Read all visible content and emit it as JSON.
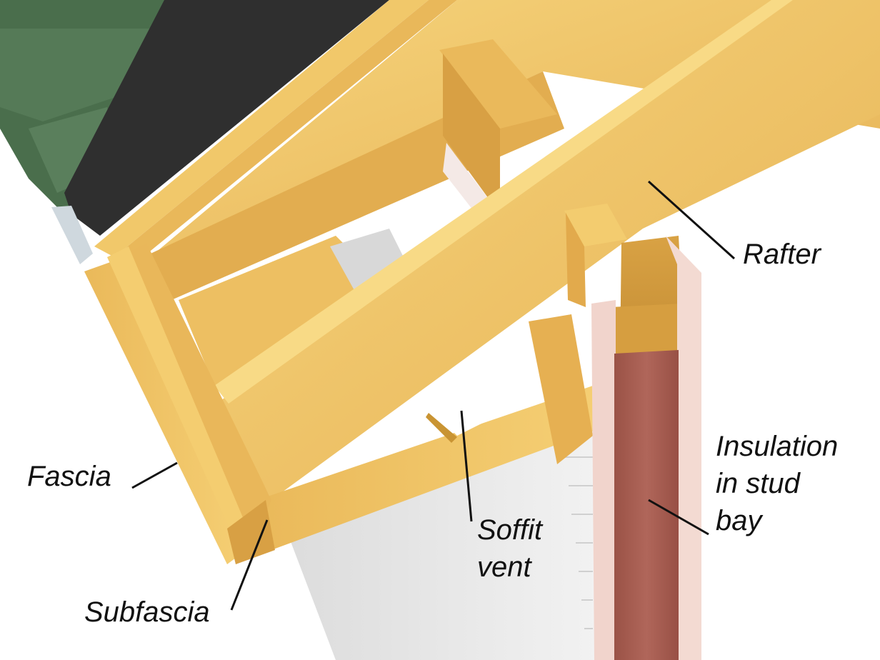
{
  "labels": {
    "rafter": "Rafter",
    "fascia": "Fascia",
    "subfascia": "Subfascia",
    "soffit_vent_line1": "Soffit",
    "soffit_vent_line2": "vent",
    "insulation_line1": "Insulation",
    "insulation_line2": "in stud",
    "insulation_line3": "bay"
  },
  "colors": {
    "wood_light": "#f3cb6c",
    "wood_mid": "#e8b757",
    "wood_dark": "#c99433",
    "shingle_green": "#4a6e4c",
    "underlayment": "#2c2c2c",
    "insulation": "#a4584c",
    "sheathing_pink": "#f1d4cc",
    "leader_line": "#111111"
  }
}
